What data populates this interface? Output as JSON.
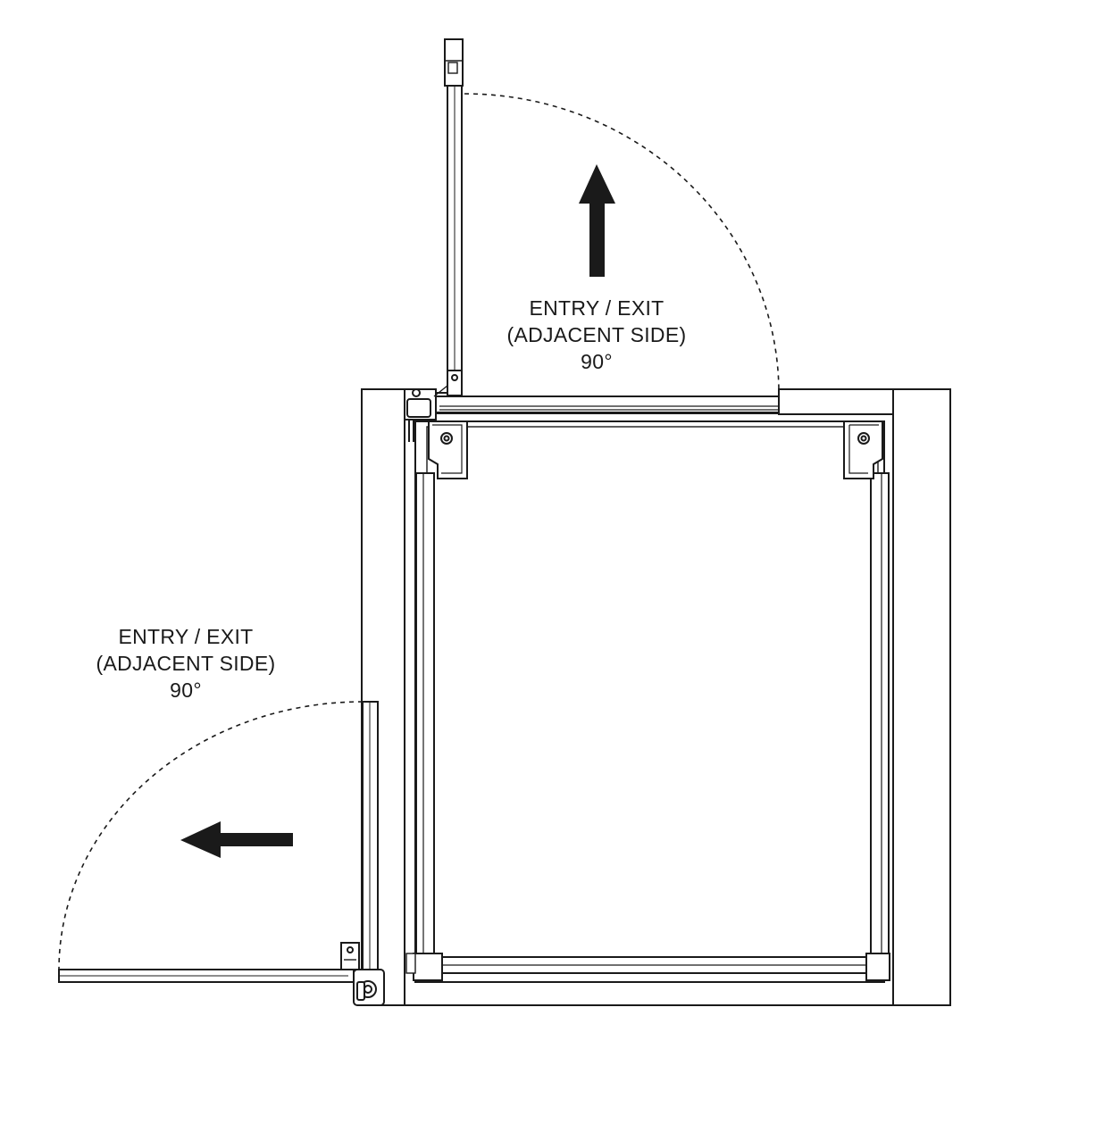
{
  "labels": {
    "top": {
      "line1": "ENTRY / EXIT",
      "line2": "(ADJACENT SIDE)",
      "line3": "90°"
    },
    "left": {
      "line1": "ENTRY / EXIT",
      "line2": "(ADJACENT SIDE)",
      "line3": "90°"
    }
  },
  "colors": {
    "stroke": "#1a1a1a",
    "fill": "#ffffff"
  },
  "icons": [
    "arrow-up-icon",
    "arrow-left-icon",
    "screw-hole-icon"
  ]
}
